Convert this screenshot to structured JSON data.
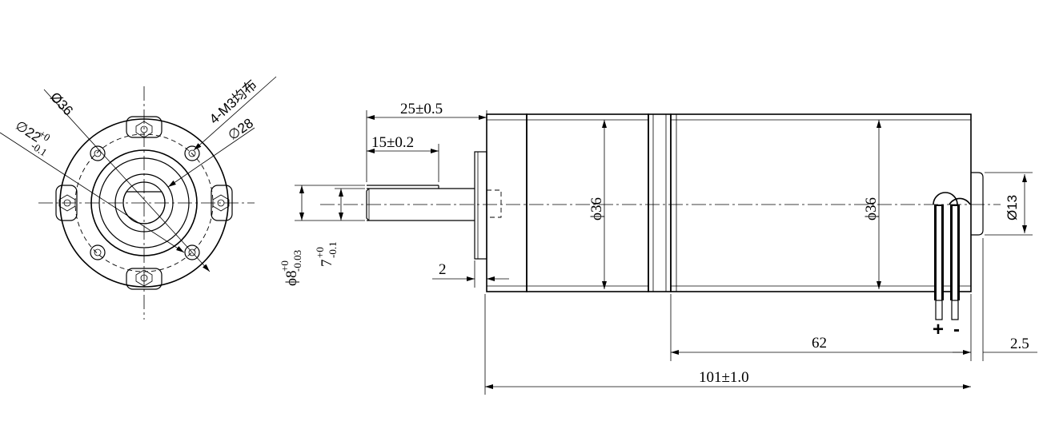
{
  "front_view": {
    "dia_outer": "Ø36",
    "dia_pilot": "∅22",
    "dia_pilot_tol_upper": "+0",
    "dia_pilot_tol_lower": "-0.1",
    "mount_holes": "4-M3均布",
    "dia_pcd": "∅28"
  },
  "side_view": {
    "dim_25": "25±0.5",
    "dim_15": "15±0.2",
    "dia_body_1": "ϕ36",
    "dia_body_2": "ϕ36",
    "dia_rear": "Ø13",
    "shaft_dia": "ϕ8",
    "shaft_tol_upper": "+0",
    "shaft_tol_lower": "-0.03",
    "flat_dim": "7",
    "flat_tol_upper": "+0",
    "flat_tol_lower": "-0.1",
    "dim_2": "2",
    "dim_62": "62",
    "dim_2_5": "2.5",
    "dim_101": "101±1.0",
    "plus": "+",
    "minus": "-"
  }
}
